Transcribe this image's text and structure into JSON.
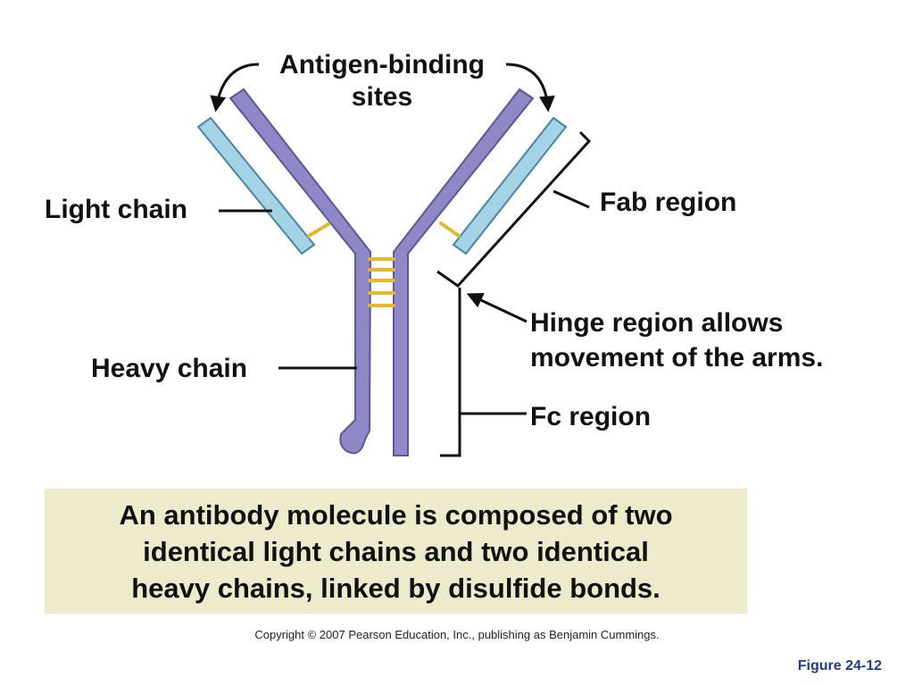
{
  "labels": {
    "antigen_line1": "Antigen-binding",
    "antigen_line2": "sites",
    "light_chain": "Light chain",
    "heavy_chain": "Heavy chain",
    "fab_region": "Fab region",
    "hinge_line1": "Hinge region allows",
    "hinge_line2": "movement of the arms.",
    "fc_region": "Fc region"
  },
  "caption": "An antibody molecule is composed of two\nidentical light chains and two identical\nheavy chains, linked by disulfide bonds.",
  "copyright": "Copyright © 2007 Pearson Education, Inc., publishing as Benjamin Cummings.",
  "figure_id": "Figure 24-12",
  "colors": {
    "heavy_chain": "#8f88c6",
    "light_chain": "#a3d3e4",
    "disulfide_bond": "#e4b72e",
    "caption_bg": "#eeeacc",
    "figure_id_text": "#1f3a8f"
  }
}
